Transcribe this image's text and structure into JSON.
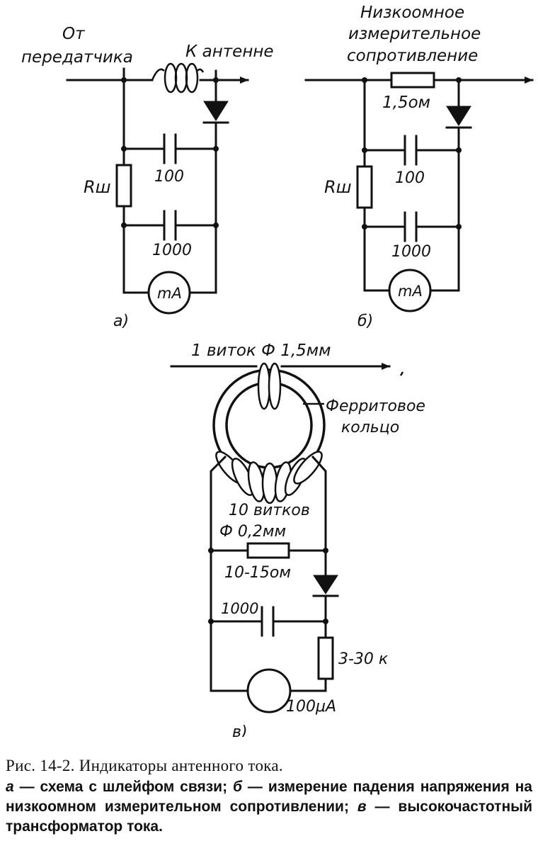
{
  "diagram_a": {
    "label_from": "От",
    "label_transmitter": "передатчика",
    "label_to_antenna": "К антенне",
    "label_r": "Rш",
    "cap1": "100",
    "cap2": "1000",
    "meter": "mA",
    "label_panel": "а)"
  },
  "diagram_b": {
    "title_line1": "Низкоомное",
    "title_line2": "измерительное",
    "title_line3": "сопротивление",
    "resistor": "1,5ом",
    "label_r": "Rш",
    "cap1": "100",
    "cap2": "1000",
    "meter": "mA",
    "label_panel": "б)"
  },
  "diagram_c": {
    "turn_label": "1 виток Ф 1,5мм",
    "ring_label_line1": "Ферритовое",
    "ring_label_line2": "кольцо",
    "winding_line1": "10 витков",
    "winding_line2": "Ф 0,2мм",
    "resistor": "10-15ом",
    "cap": "1000",
    "resistor2": "3-30 к",
    "meter": "100μА",
    "label_panel": "в)"
  },
  "caption": {
    "title": "Рис. 14-2. Индикаторы антенного тока.",
    "desc_a_letter": "а",
    "desc_a": " — схема с шлейфом связи; ",
    "desc_b_letter": "б",
    "desc_b": " — измерение падения напряжения на низкоомном измерительном сопротивлении; ",
    "desc_c_letter": "в",
    "desc_c": " — высокочастотный трансформатор тока."
  }
}
